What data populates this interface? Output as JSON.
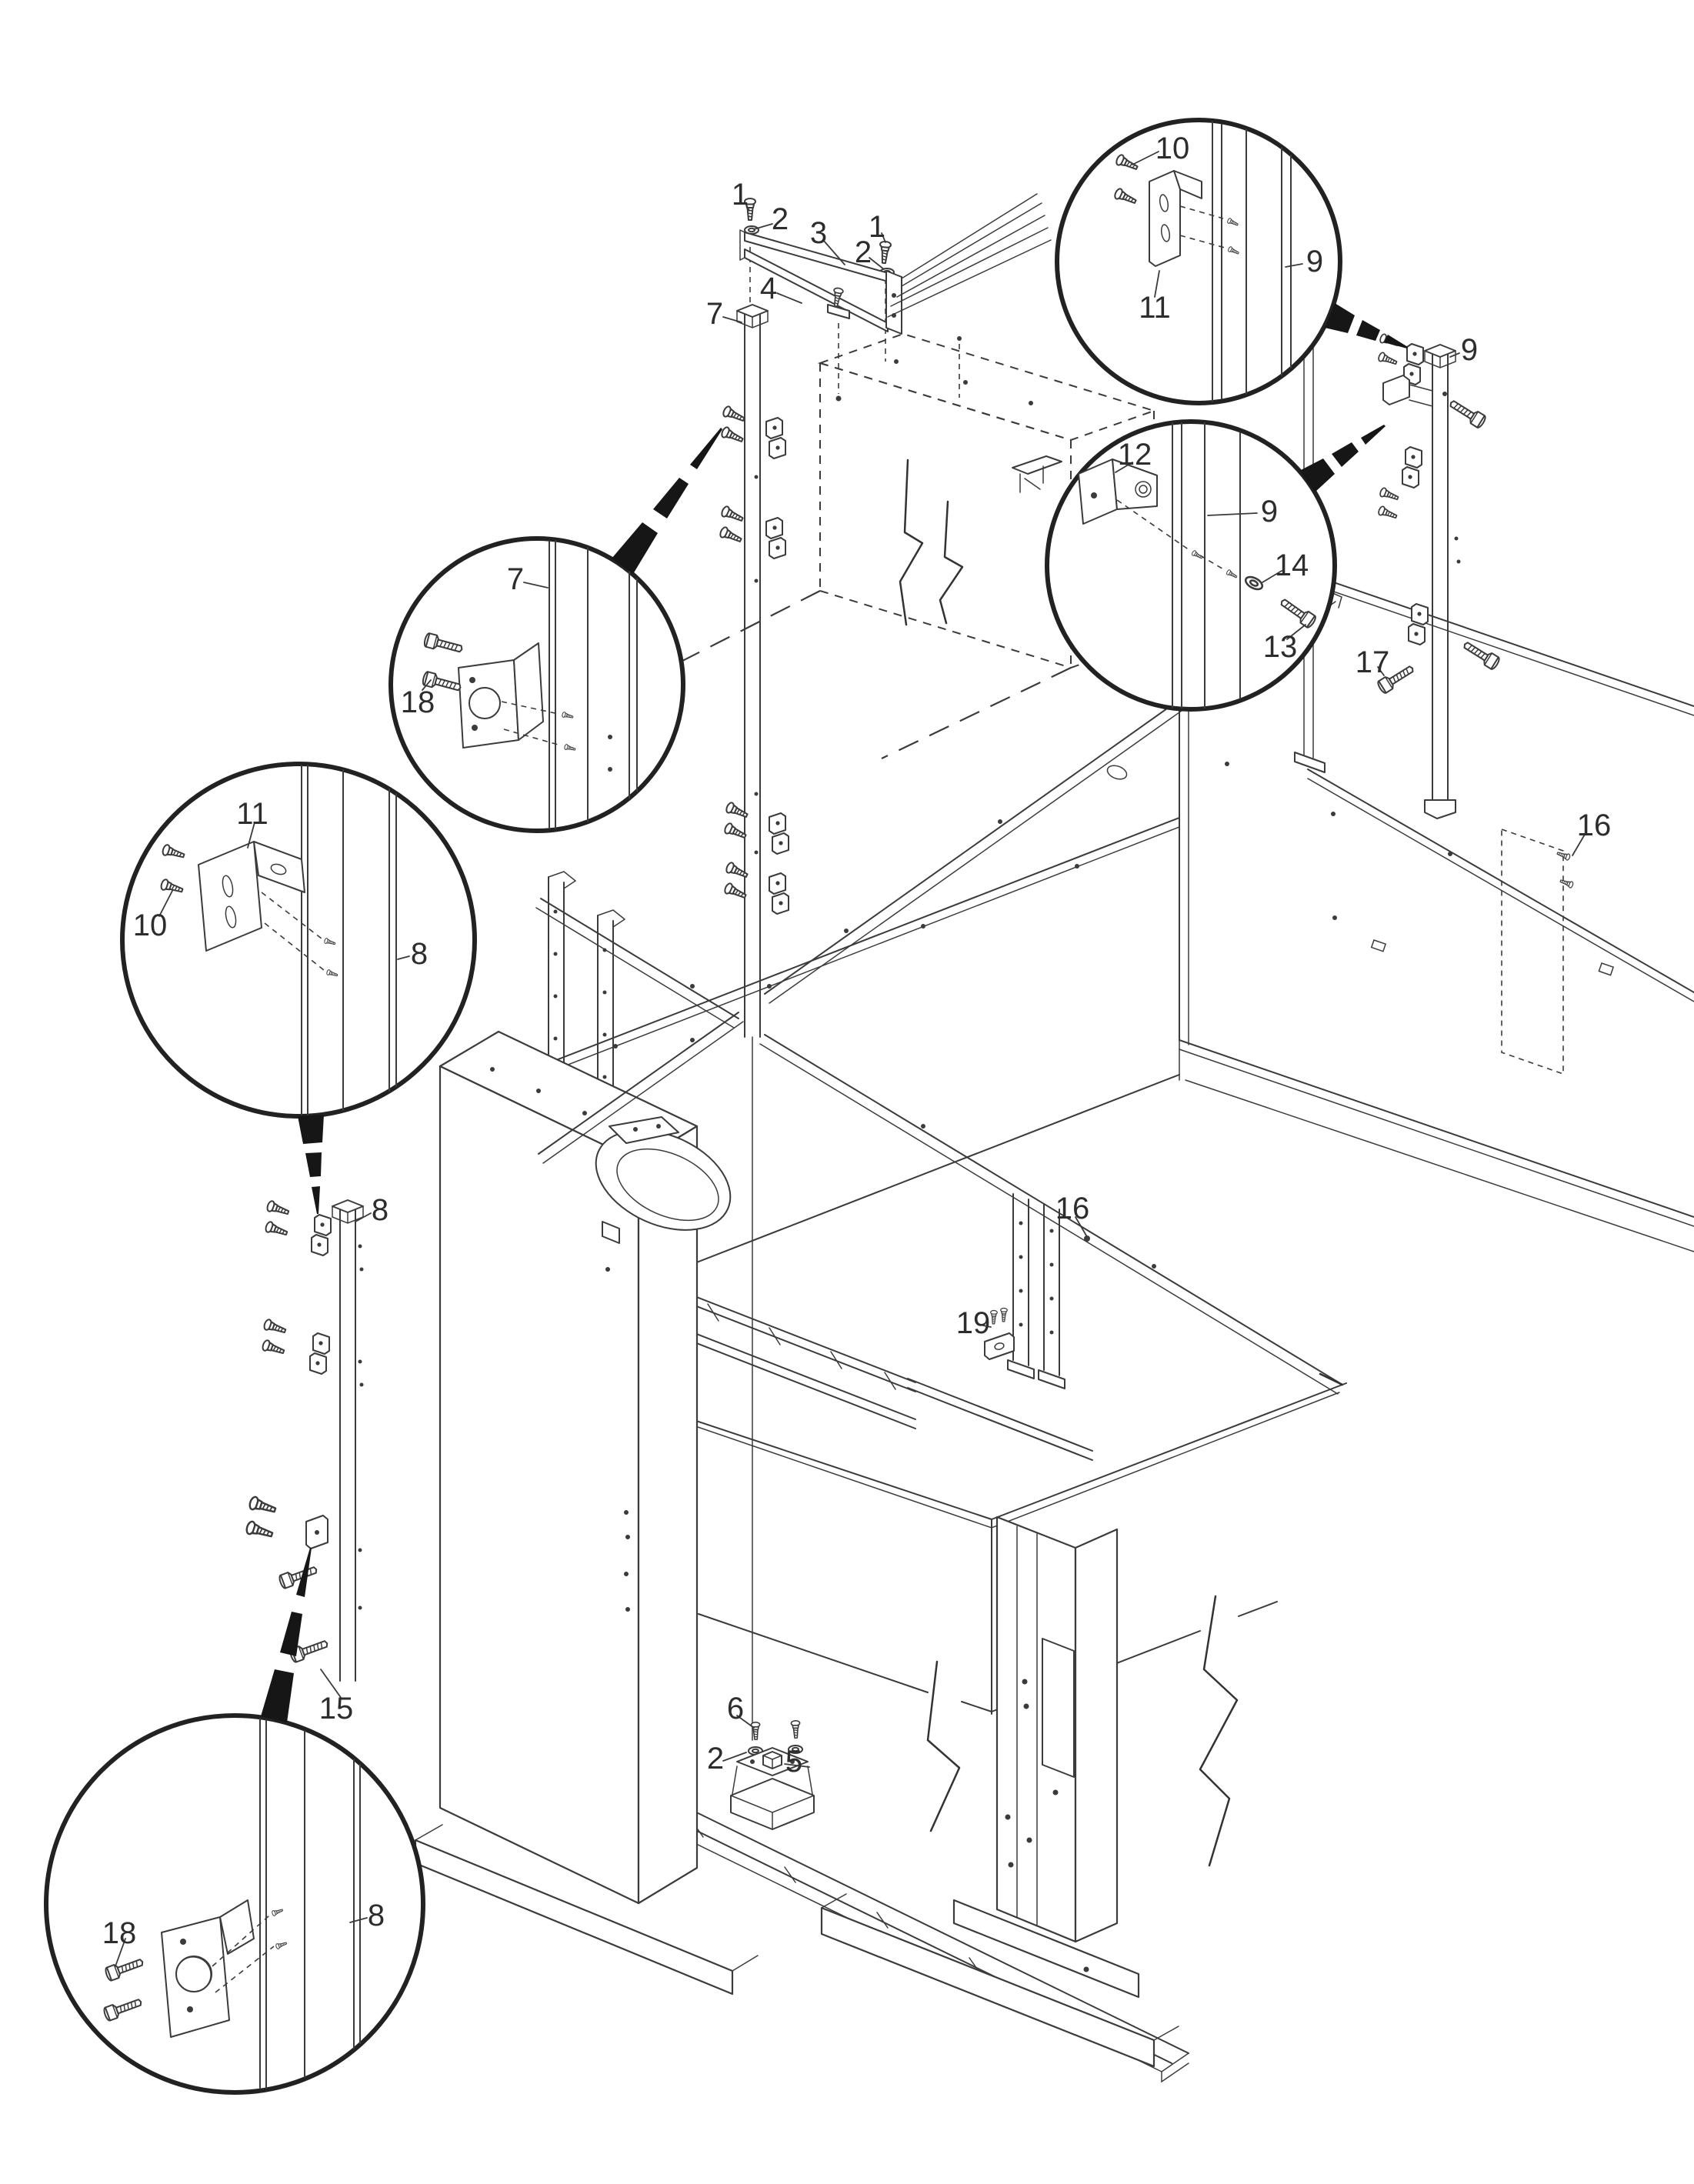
{
  "style": {
    "background": "#ffffff",
    "line_color": "#3b3b3b",
    "heavy_color": "#161616",
    "circle_color": "#222222",
    "label_color": "#2d2d2d"
  },
  "callouts": [
    {
      "id": "1-top-left",
      "label": "1"
    },
    {
      "id": "2-top-left",
      "label": "2"
    },
    {
      "id": "3-brace",
      "label": "3"
    },
    {
      "id": "1-top-right",
      "label": "1"
    },
    {
      "id": "2-top-right",
      "label": "2"
    },
    {
      "id": "4-brace",
      "label": "4"
    },
    {
      "id": "7-post-top",
      "label": "7"
    },
    {
      "id": "10-circle-top-right",
      "label": "10"
    },
    {
      "id": "9-circle-top-right",
      "label": "9"
    },
    {
      "id": "11-circle-top-right",
      "label": "11"
    },
    {
      "id": "9-right-post",
      "label": "9"
    },
    {
      "id": "12-circle-mid-right",
      "label": "12"
    },
    {
      "id": "9-circle-mid-right",
      "label": "9"
    },
    {
      "id": "14-circle-mid-right",
      "label": "14"
    },
    {
      "id": "13-circle-mid-right",
      "label": "13"
    },
    {
      "id": "17-bolt",
      "label": "17"
    },
    {
      "id": "16-right-wall",
      "label": "16"
    },
    {
      "id": "7-circle-left-upper",
      "label": "7"
    },
    {
      "id": "18-circle-left-upper",
      "label": "18"
    },
    {
      "id": "11-circle-left-mid",
      "label": "11"
    },
    {
      "id": "10-circle-left-mid",
      "label": "10"
    },
    {
      "id": "8-circle-left-mid",
      "label": "8"
    },
    {
      "id": "8-left-post",
      "label": "8"
    },
    {
      "id": "16-mid-frame",
      "label": "16"
    },
    {
      "id": "19-clip",
      "label": "19"
    },
    {
      "id": "15-bolts",
      "label": "15"
    },
    {
      "id": "6-foot-screw",
      "label": "6"
    },
    {
      "id": "2-foot-washer",
      "label": "2"
    },
    {
      "id": "5-foot-cap",
      "label": "5"
    },
    {
      "id": "18-circle-bottom-left",
      "label": "18"
    },
    {
      "id": "8-circle-bottom-left",
      "label": "8"
    }
  ]
}
